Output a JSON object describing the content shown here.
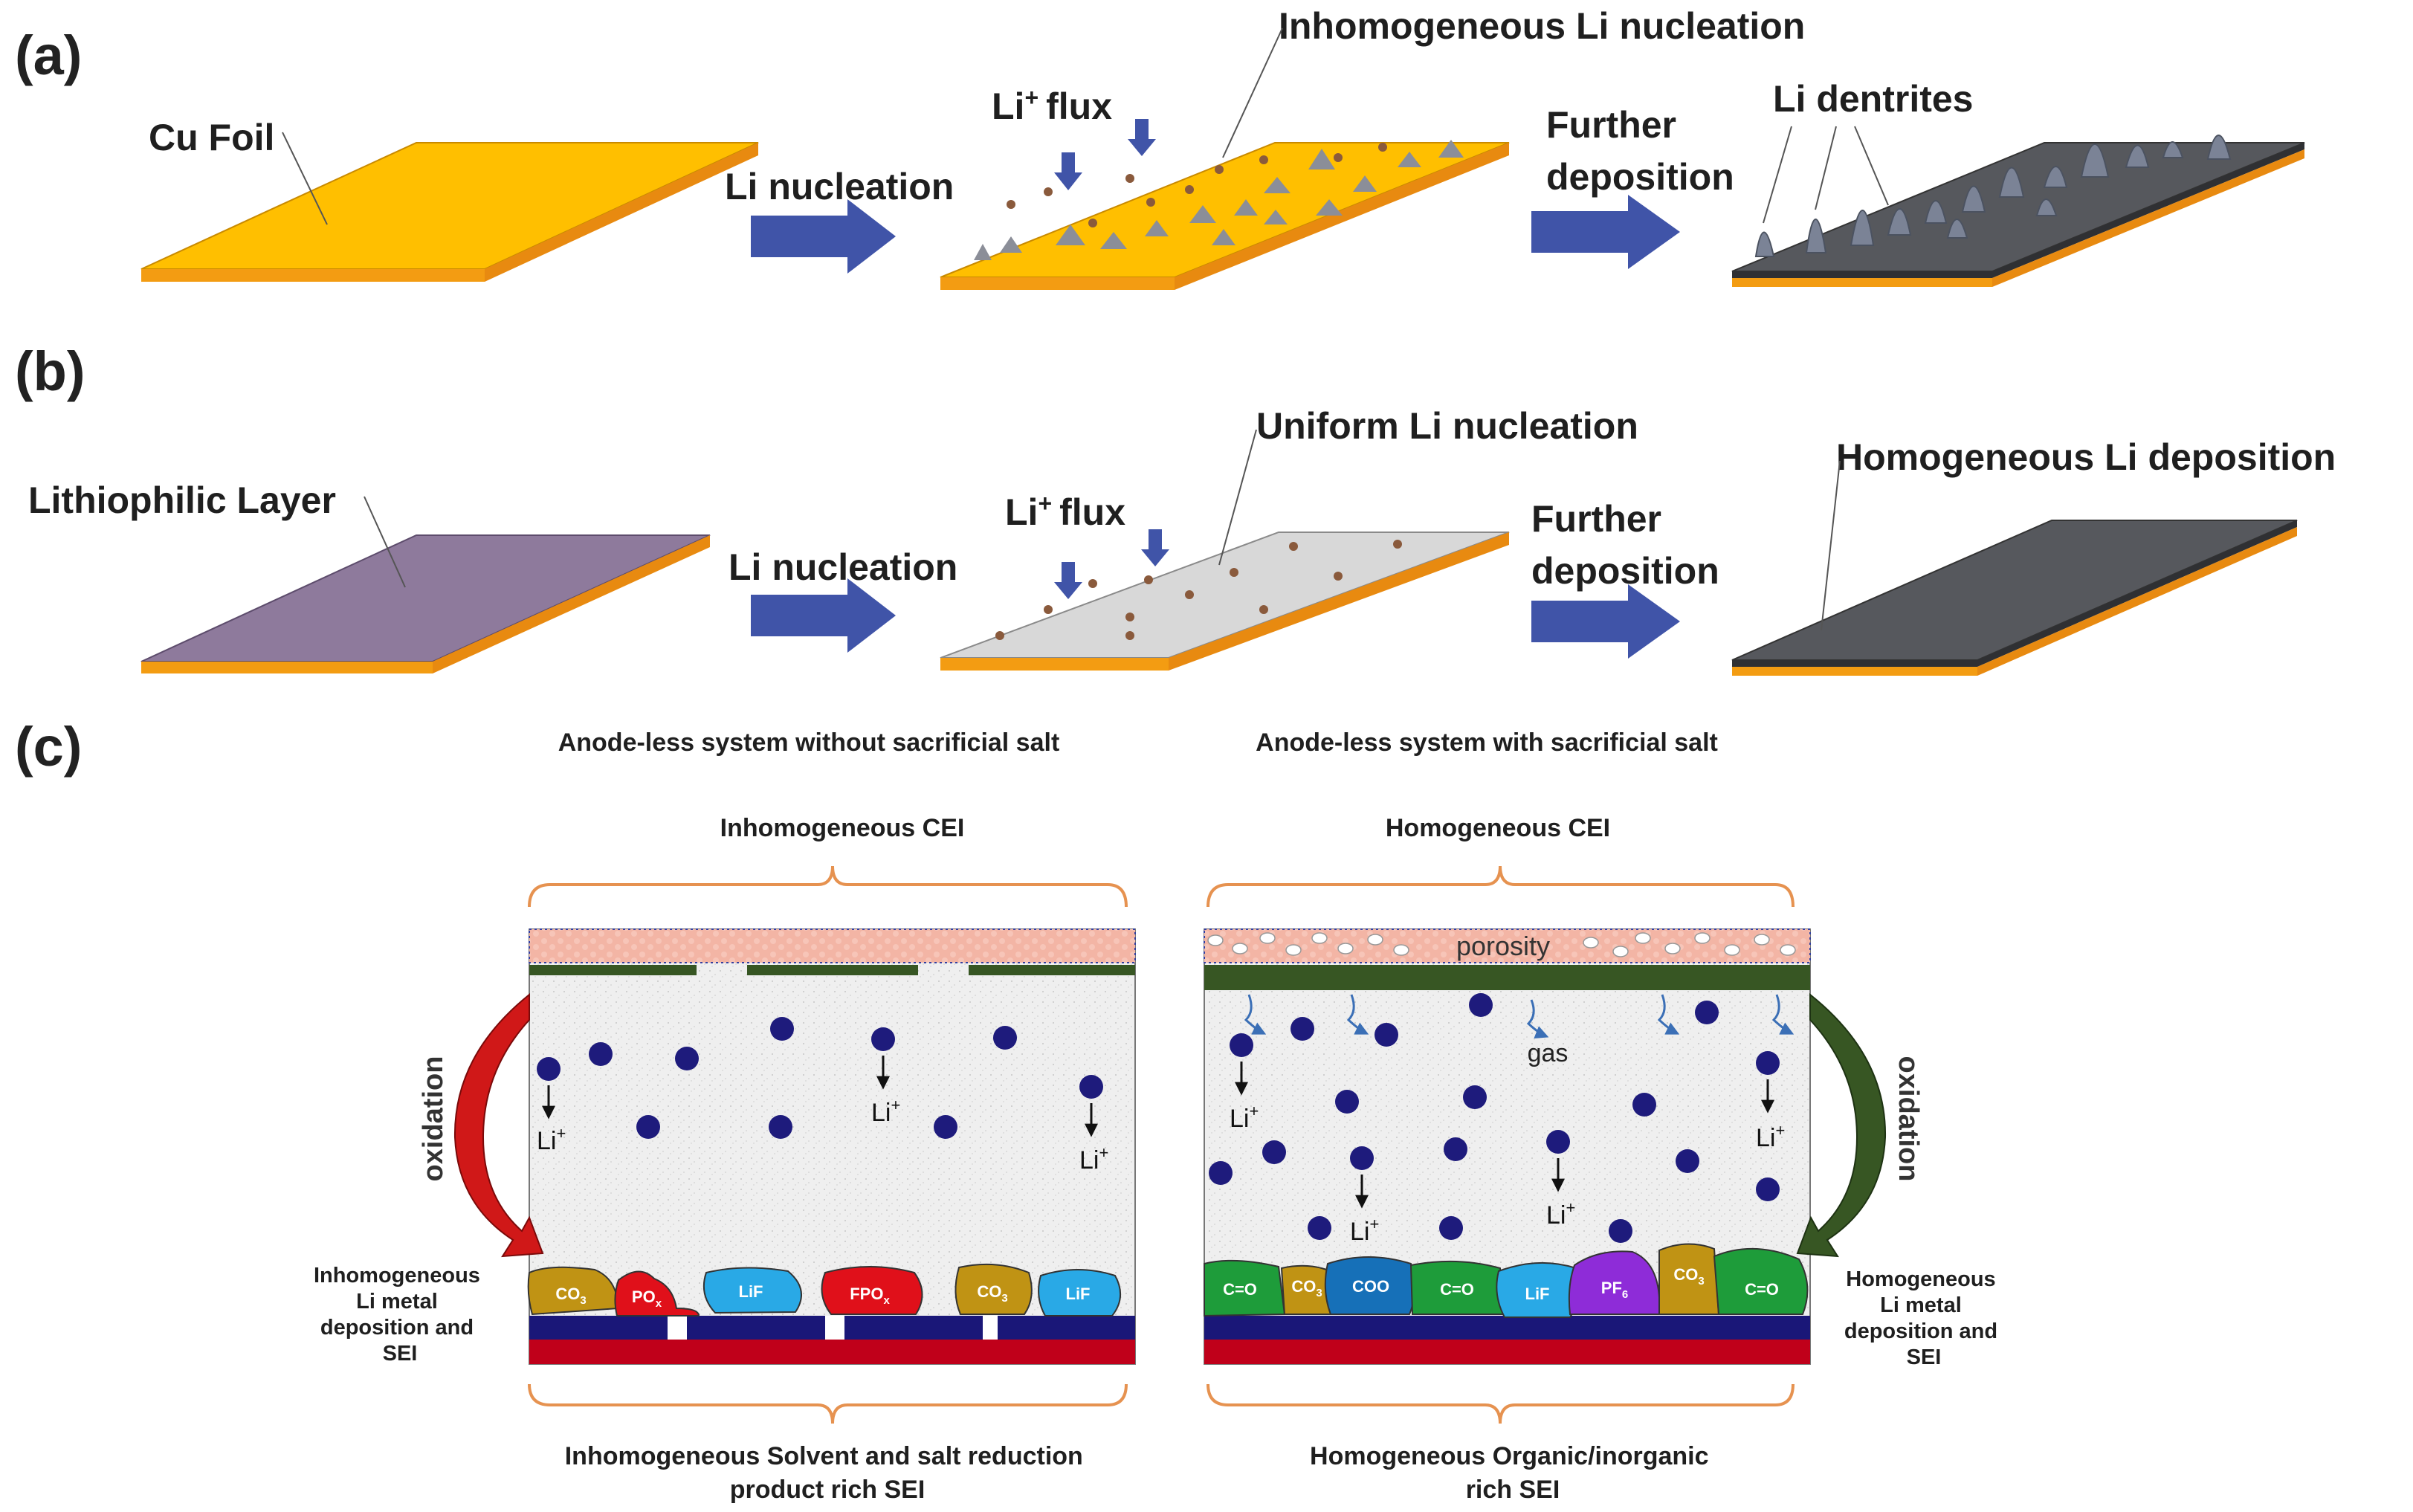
{
  "panels": {
    "a": "(a)",
    "b": "(b)",
    "c": "(c)"
  },
  "a": {
    "cu_foil": "Cu Foil",
    "li_nucleation": "Li nucleation",
    "li_flux": "Li",
    "plus": "+",
    "flux": "flux",
    "inhomogeneous_nucleation": "Inhomogeneous Li nucleation",
    "further": "Further",
    "deposition": "deposition",
    "li_dentrites": "Li dentrites"
  },
  "b": {
    "lithiophilic_layer": "Lithiophilic Layer",
    "li_nucleation": "Li nucleation",
    "li_flux": "Li",
    "plus": "+",
    "flux": "flux",
    "uniform_nucleation": "Uniform Li nucleation",
    "further": "Further",
    "deposition": "deposition",
    "homogeneous_deposition": "Homogeneous  Li  deposition"
  },
  "c": {
    "left_title": "Anode-less system without sacrificial salt",
    "right_title": "Anode-less system with sacrificial salt",
    "left_cei": "Inhomogeneous CEI",
    "right_cei": "Homogeneous CEI",
    "oxidation": "oxidation",
    "porosity": "porosity",
    "gas": "gas",
    "li": "Li",
    "plus": "+",
    "left_side": [
      "Inhomogeneous",
      "Li metal",
      "deposition and",
      "SEI"
    ],
    "right_side": [
      "Homogeneous",
      "Li metal",
      "deposition and",
      "SEI"
    ],
    "left_bottom": [
      "Inhomogeneous Solvent and salt reduction",
      "product rich SEI"
    ],
    "right_bottom": [
      "Homogeneous  Organic/inorganic",
      "rich SEI"
    ],
    "left_components": {
      "co3_a": "CO",
      "co3_a_sub": "3",
      "pox": "PO",
      "pox_sub": "x",
      "lif_a": "LiF",
      "fpox": "FPO",
      "fpox_sub": "x",
      "co3_b": "CO",
      "co3_b_sub": "3",
      "lif_b": "LiF"
    },
    "right_components": {
      "co_a": "C=O",
      "co3_a": "CO",
      "co3_a_sub": "3",
      "coo": "COO",
      "co_b": "C=O",
      "lif": "LiF",
      "pf6": "PF",
      "pf6_sub": "6",
      "co3_b": "CO",
      "co3_b_sub": "3",
      "co_c": "C=O"
    }
  },
  "colors": {
    "cu_gold": "#ffbf00",
    "cu_edge": "#f39c12",
    "lithiophilic": "#8e7a9c",
    "li_grey": "#5f6062",
    "arrow_blue": "#4054a8",
    "li_ion": "#1e1b7c",
    "cathode_pink": "#f4b8a8",
    "cei_green": "#375623",
    "anode_navy": "#1a1778",
    "collector_red": "#c0001a",
    "brace_orange": "#e69250"
  }
}
